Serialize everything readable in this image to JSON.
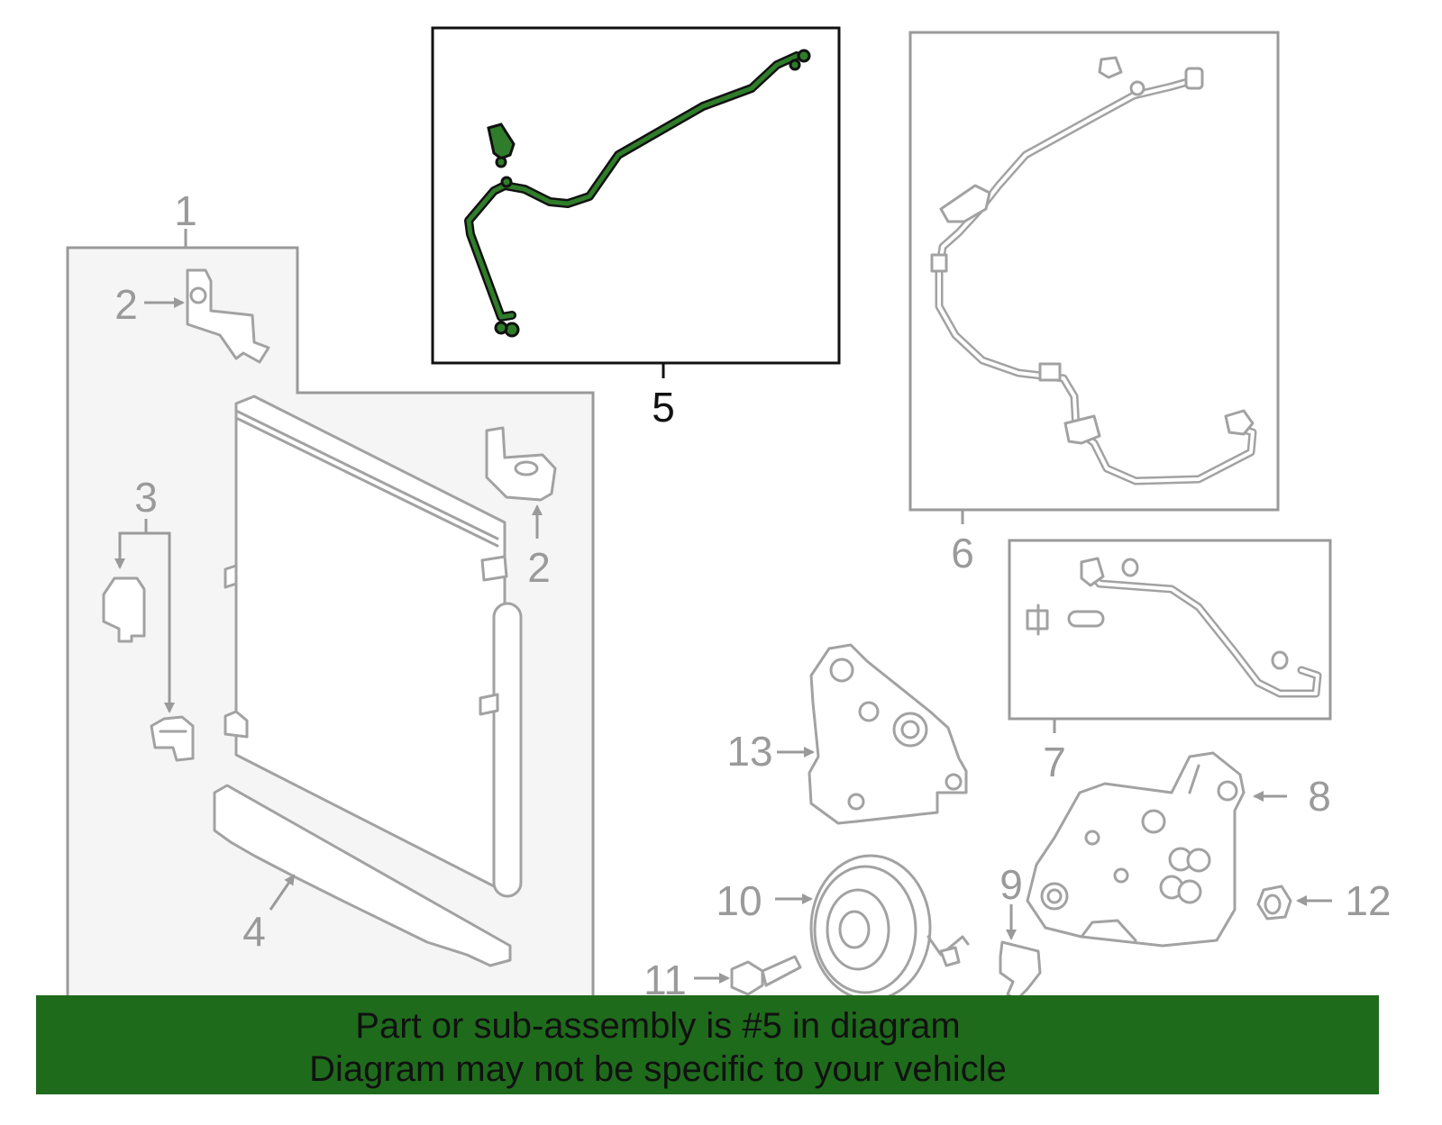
{
  "callouts": {
    "c1": "1",
    "c2a": "2",
    "c2b": "2",
    "c3": "3",
    "c4": "4",
    "c5": "5",
    "c6": "6",
    "c7": "7",
    "c8": "8",
    "c9": "9",
    "c10": "10",
    "c11": "11",
    "c12": "12",
    "c13": "13"
  },
  "highlighted_callout": "5",
  "colors": {
    "highlight_green": "#2f7d2a",
    "banner_green": "#1f6b1c",
    "line_gray": "#a2a2a2"
  },
  "banner": {
    "line1": "Part or sub-assembly is #5 in diagram",
    "line2": "Diagram may not be specific to your vehicle"
  }
}
